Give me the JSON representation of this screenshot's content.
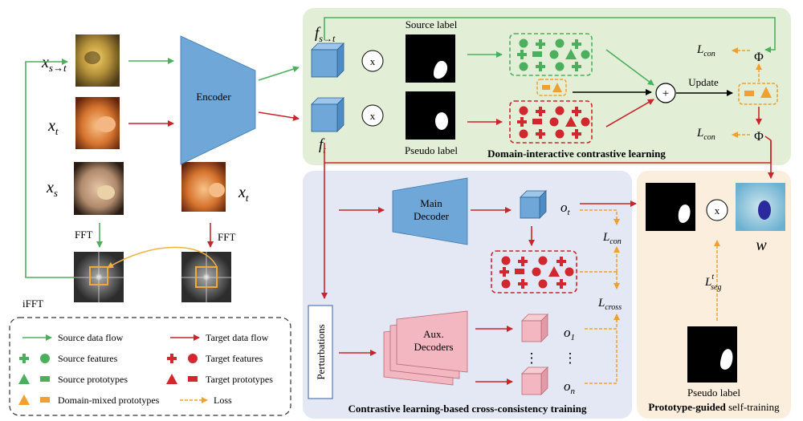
{
  "inputs": {
    "xst_base": "x",
    "xst_sub": "s→t",
    "xt_base": "x",
    "xt_sub": "t",
    "xs_base": "x",
    "xs_sub": "s",
    "xt2_base": "x",
    "xt2_sub": "t"
  },
  "labels": {
    "encoder": "Encoder",
    "fft_left": "FFT",
    "fft_right": "FFT",
    "ifft": "iFFT",
    "source_label": "Source label",
    "pseudo_label_top": "Pseudo label",
    "pseudo_label_bottom": "Pseudo label",
    "update": "Update",
    "main_decoder_1": "Main",
    "main_decoder_2": "Decoder",
    "aux_decoder_1": "Aux.",
    "aux_decoder_2": "Decoders",
    "perturbations": "Perturbations",
    "mult": "x",
    "plus": "+",
    "phi": "Φ",
    "dots_v": "⋮",
    "w": "w"
  },
  "features": {
    "fst_base": "f",
    "fst_sub": "s→t",
    "ft_base": "f",
    "ft_sub": "t"
  },
  "outputs": {
    "ot_base": "o",
    "ot_sub": "t",
    "o1_base": "o",
    "o1_sub": "1",
    "on_base": "o",
    "on_sub": "n"
  },
  "losses": {
    "lcon_base": "L",
    "lcon_sub": "con",
    "lcross_base": "L",
    "lcross_sub": "cross",
    "lseg_base": "L",
    "lseg_sub": "seg",
    "lseg_sup": "t"
  },
  "sections": {
    "green": "Domain-interactive contrastive learning",
    "blue": "Contrastive learning-based cross-consistency training",
    "peach_1": "Prototype-guided",
    "peach_2": " self-training"
  },
  "legend": {
    "source_flow": "Source data flow",
    "target_flow": "Target data flow",
    "source_features": "Source features",
    "target_features": "Target features",
    "source_prototypes": "Source prototypes",
    "target_prototypes": "Target prototypes",
    "mixed_prototypes": "Domain-mixed prototypes",
    "loss": "Loss"
  },
  "colors": {
    "source": "#4caf5e",
    "target": "#d0282e",
    "mixed": "#f0a030",
    "encoder": "#6fa8d8",
    "green_bg": "#e2efd6",
    "blue_bg": "#e3e8f4",
    "peach_bg": "#fbeedd",
    "aux": "#f2b7c0"
  }
}
